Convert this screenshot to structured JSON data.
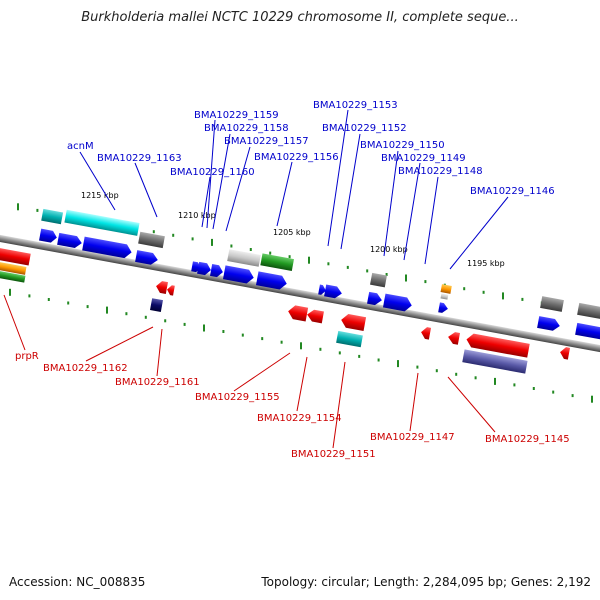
{
  "header": {
    "title": "Burkholderia mallei NCTC 10229 chromosome II, complete seque..."
  },
  "footer": {
    "accession": "Accession: NC_008835",
    "summary": "Topology: circular; Length: 2,284,095 bp; Genes: 2,192"
  },
  "colors": {
    "forward_label": "#0000cc",
    "reverse_label": "#cc0000",
    "backbone": "#8c8c8c",
    "tick_marks": "#228822"
  },
  "scale_labels": [
    "1215 kbp",
    "1210 kbp",
    "1205 kbp",
    "1200 kbp",
    "1195 kbp"
  ],
  "forward_labels": [
    "acnM",
    "BMA10229_1163",
    "BMA10229_1160",
    "BMA10229_1159",
    "BMA10229_1158",
    "BMA10229_1157",
    "BMA10229_1156",
    "BMA10229_1153",
    "BMA10229_1152",
    "BMA10229_1150",
    "BMA10229_1149",
    "BMA10229_1148",
    "BMA10229_1146"
  ],
  "reverse_labels": [
    "prpR",
    "BMA10229_1162",
    "BMA10229_1161",
    "BMA10229_1155",
    "BMA10229_1154",
    "BMA10229_1151",
    "BMA10229_1147",
    "BMA10229_1145"
  ]
}
